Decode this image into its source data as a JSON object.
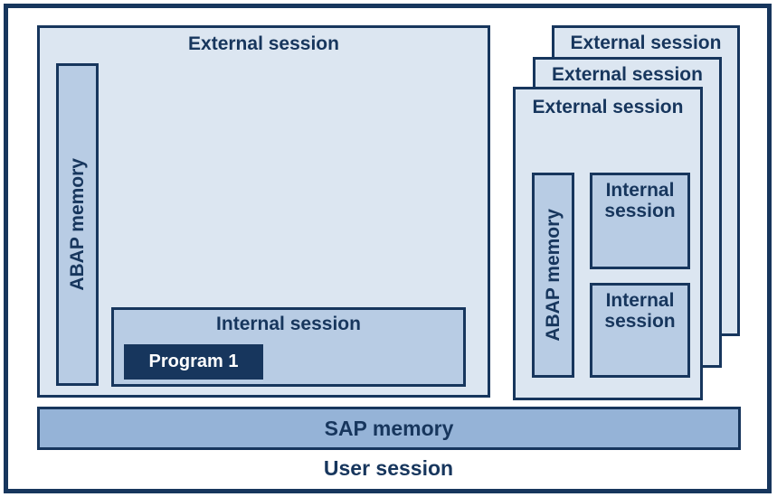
{
  "colors": {
    "navy": "#17365d",
    "light_session_fill": "#dce6f1",
    "medium_fill": "#b8cce4",
    "sap_bar_fill": "#95b3d7",
    "program_fill": "#17365d",
    "program_text": "#ffffff"
  },
  "user_session_label": "User session",
  "sap_memory_label": "SAP memory",
  "left_session": {
    "title": "External session",
    "abap_memory_label": "ABAP memory",
    "internal_session": {
      "title": "Internal session",
      "program_label": "Program 1"
    }
  },
  "right_sessions": {
    "back": {
      "title": "External session"
    },
    "middle": {
      "title": "External session"
    },
    "front": {
      "title": "External session",
      "abap_memory_label": "ABAP memory",
      "internal_sessions": [
        {
          "title": "Internal session"
        },
        {
          "title": "Internal session"
        }
      ]
    }
  }
}
